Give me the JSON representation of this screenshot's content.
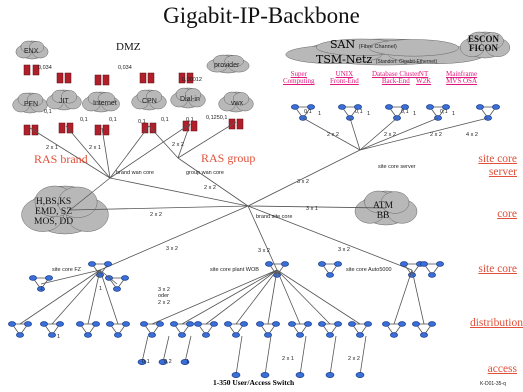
{
  "title": "Gigabit-IP-Backbone",
  "dmz": "DMZ",
  "san": {
    "line1": "SAN",
    "line1_note": "(Fibre Channel)",
    "line2": "TSM-Netz",
    "line2_note": "(Standort: Gigabit-Ethernet)"
  },
  "escon": "ESCON\nFICON",
  "top_clouds": [
    "ENX",
    "PFN",
    "JIT",
    "Internet",
    "CPN",
    "Dial-in",
    "provider",
    "vwx"
  ],
  "top_numbers": [
    "0,034",
    "0,034",
    "0,00012",
    "0,1",
    "0,1",
    "0,1",
    "0,1",
    "0,1",
    "0,1",
    "0,1250,1"
  ],
  "rings": [
    "H,BS,KS\nEMD, SZ\nMOS, DD",
    "ATM\nBB"
  ],
  "server_groups": [
    "Super\nComputing",
    "UNIX\nFront-End",
    "Database Cluster\nBack-End",
    "NT\nW2K",
    "Mainframe\nMVS OSA"
  ],
  "groups": {
    "ras_brand": "RAS brand",
    "ras_group": "RAS group"
  },
  "router_labels": {
    "brand_wan_core": "brand wan core",
    "group_wan_core": "group wan core",
    "brand_site_core": "brand site core",
    "site_core_server": "site core server",
    "site_core_fz": "site core FZ",
    "site_core_plant_wob": "site core plant WOB",
    "site_core_auto5000": "site core Auto5000"
  },
  "link_labels": [
    "2 x 1",
    "2 x 1",
    "2 x 2",
    "2 x 2",
    "2 x 2",
    "3 x 2",
    "3 x 1",
    "3 x 2",
    "3 x 2",
    "3 x 2",
    "2 x 2",
    "2 x 2",
    "2 x 2",
    "4 x 2",
    "3 x 2\noder\n2 x 2",
    "0,1",
    "0,2",
    "1",
    "2 x 1",
    "2 x 2",
    "0,1",
    "0,1",
    "0,1",
    "0,1",
    "1",
    "1",
    "1",
    "1",
    "1",
    "1",
    "1"
  ],
  "layers": {
    "site_core_server": "site core\nserver",
    "core": "core",
    "site_core": "site core",
    "distribution": "distribution",
    "access": "access"
  },
  "footer": {
    "switch_label": "1-350 User/Access Switch",
    "doc_id": "K-D01-35-q"
  },
  "colors": {
    "router": "#3a6fd8",
    "router_edge": "#1a3c8a",
    "link": "#555555",
    "layer_text": "#e0503a",
    "server_text": "#e0187c",
    "firewall": "#b0202a",
    "cloud": "#b8b8b8"
  }
}
